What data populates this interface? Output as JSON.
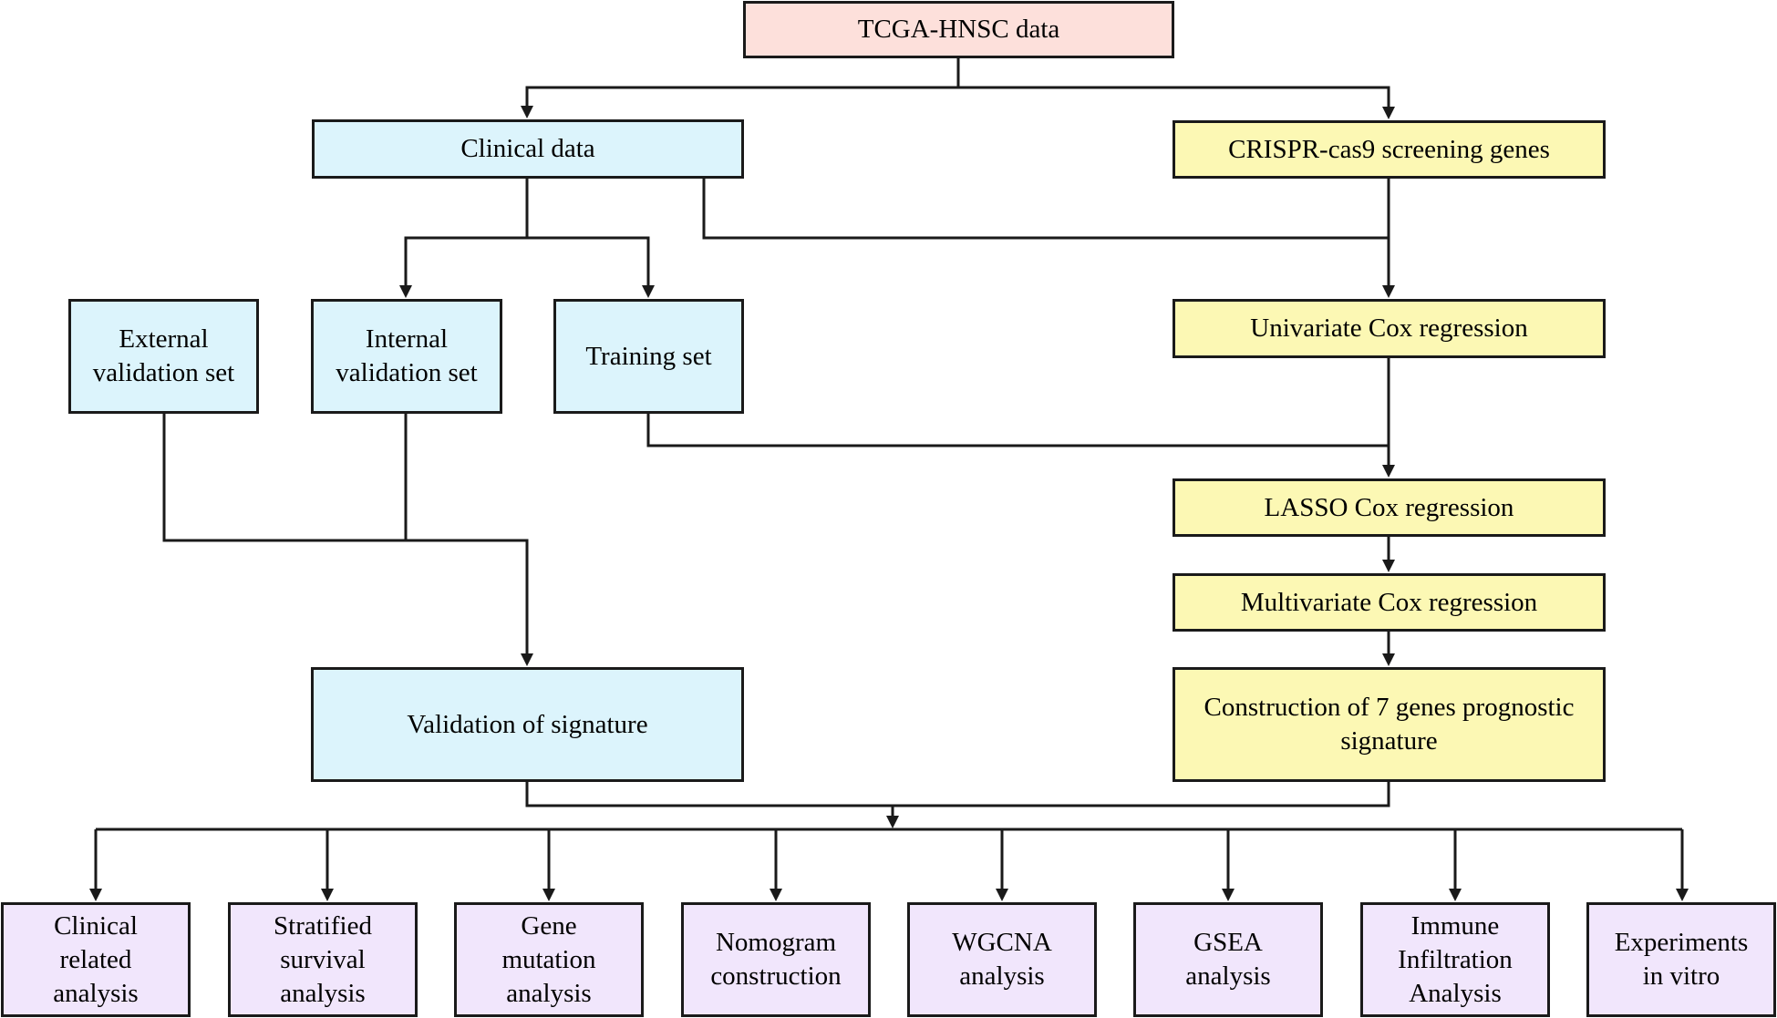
{
  "nodes": {
    "tcga": "TCGA-HNSC data",
    "clinical": "Clinical data",
    "crispr": "CRISPR-cas9 screening genes",
    "external": "External\nvalidation set",
    "internal": "Internal\nvalidation set",
    "training": "Training set",
    "univariate": "Univariate Cox regression",
    "lasso": "LASSO Cox regression",
    "multivariate": "Multivariate Cox regression",
    "construction": "Construction of 7 genes prognostic\nsignature",
    "validation": "Validation of signature"
  },
  "outputs": [
    "Clinical\nrelated\nanalysis",
    "Stratified\nsurvival\nanalysis",
    "Gene\nmutation\nanalysis",
    "Nomogram\nconstruction",
    "WGCNA\nanalysis",
    "GSEA\nanalysis",
    "Immune\nInfiltration\nAnalysis",
    "Experiments\nin vitro"
  ],
  "colors": {
    "source": "#fde0db",
    "clinical_branch": "#dcf4fc",
    "gene_branch": "#fcf8b4",
    "analysis": "#f1e6fc",
    "line": "#1a1a1a"
  }
}
